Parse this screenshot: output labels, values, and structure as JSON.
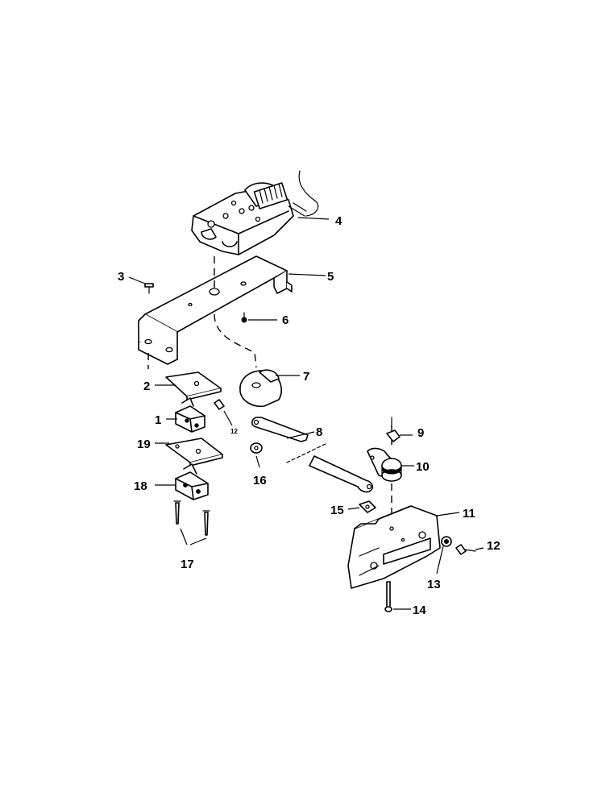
{
  "callouts": {
    "c1": "1",
    "c2": "2",
    "c3": "3",
    "c4": "4",
    "c5": "5",
    "c6": "6",
    "c7": "7",
    "c8": "8",
    "c9": "9",
    "c10": "10",
    "c11": "11",
    "c12": "12",
    "c12_small": "12",
    "c13": "13",
    "c14": "14",
    "c15": "15",
    "c16": "16",
    "c17": "17",
    "c18": "18",
    "c19": "19"
  }
}
